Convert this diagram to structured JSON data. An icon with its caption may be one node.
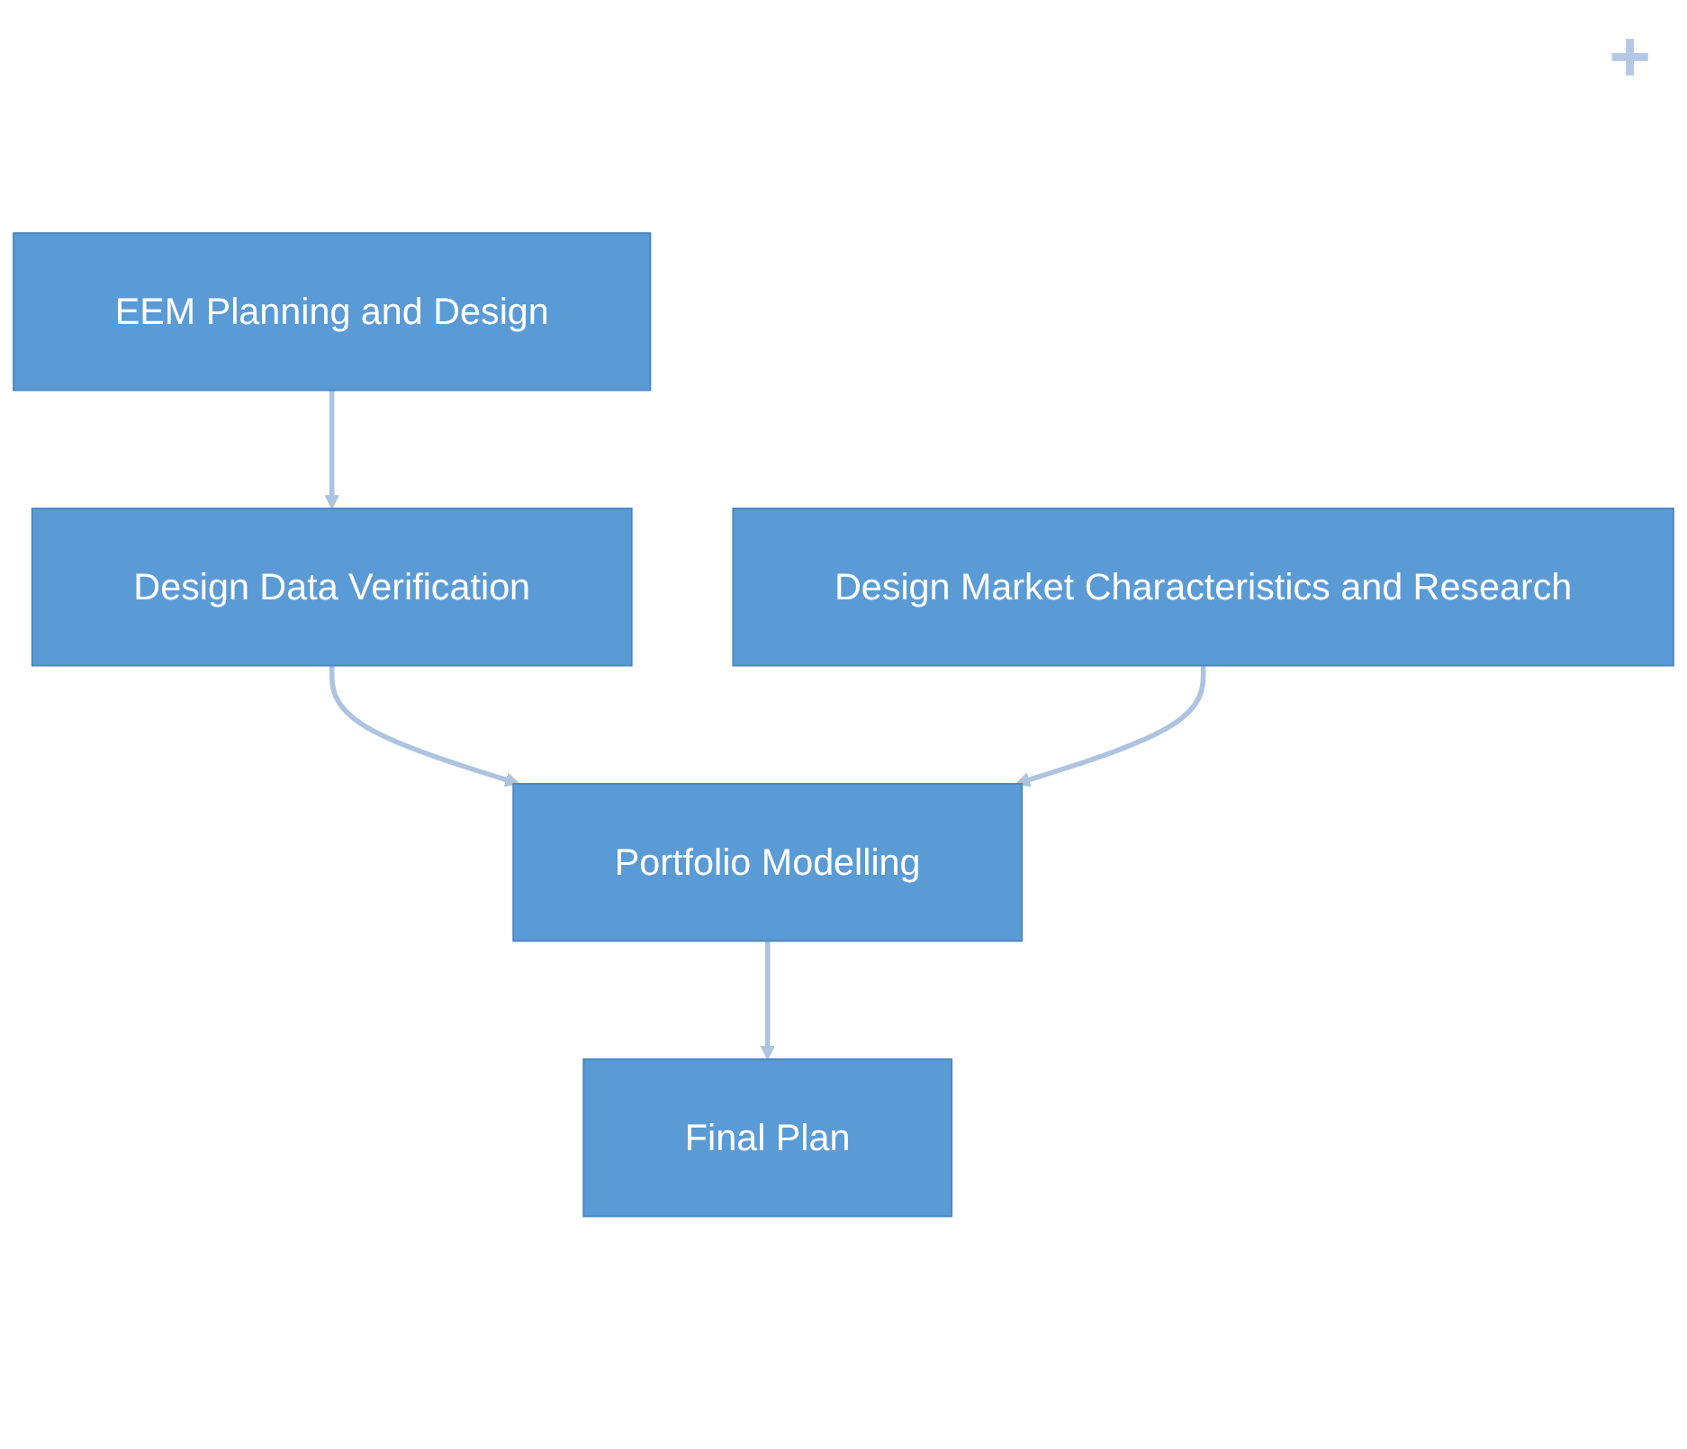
{
  "diagram": {
    "nodes": [
      {
        "text": [
          "EEM Planning and Design"
        ]
      },
      {
        "text": [
          "Design Data Verification"
        ]
      },
      {
        "text": [
          "Design Market Characteristics and Research"
        ]
      },
      {
        "text": [
          "Portfolio Modelling"
        ]
      },
      {
        "text": [
          "Final Plan"
        ]
      }
    ],
    "edges": [
      {
        "from": 0,
        "to": 1,
        "arrow": "to"
      },
      {
        "from": 1,
        "to": 3,
        "arrow": "to"
      },
      {
        "from": 2,
        "to": 3,
        "arrow": "to"
      },
      {
        "from": 3,
        "to": 4,
        "arrow": "to"
      }
    ],
    "labels": [
      "+"
    ]
  }
}
